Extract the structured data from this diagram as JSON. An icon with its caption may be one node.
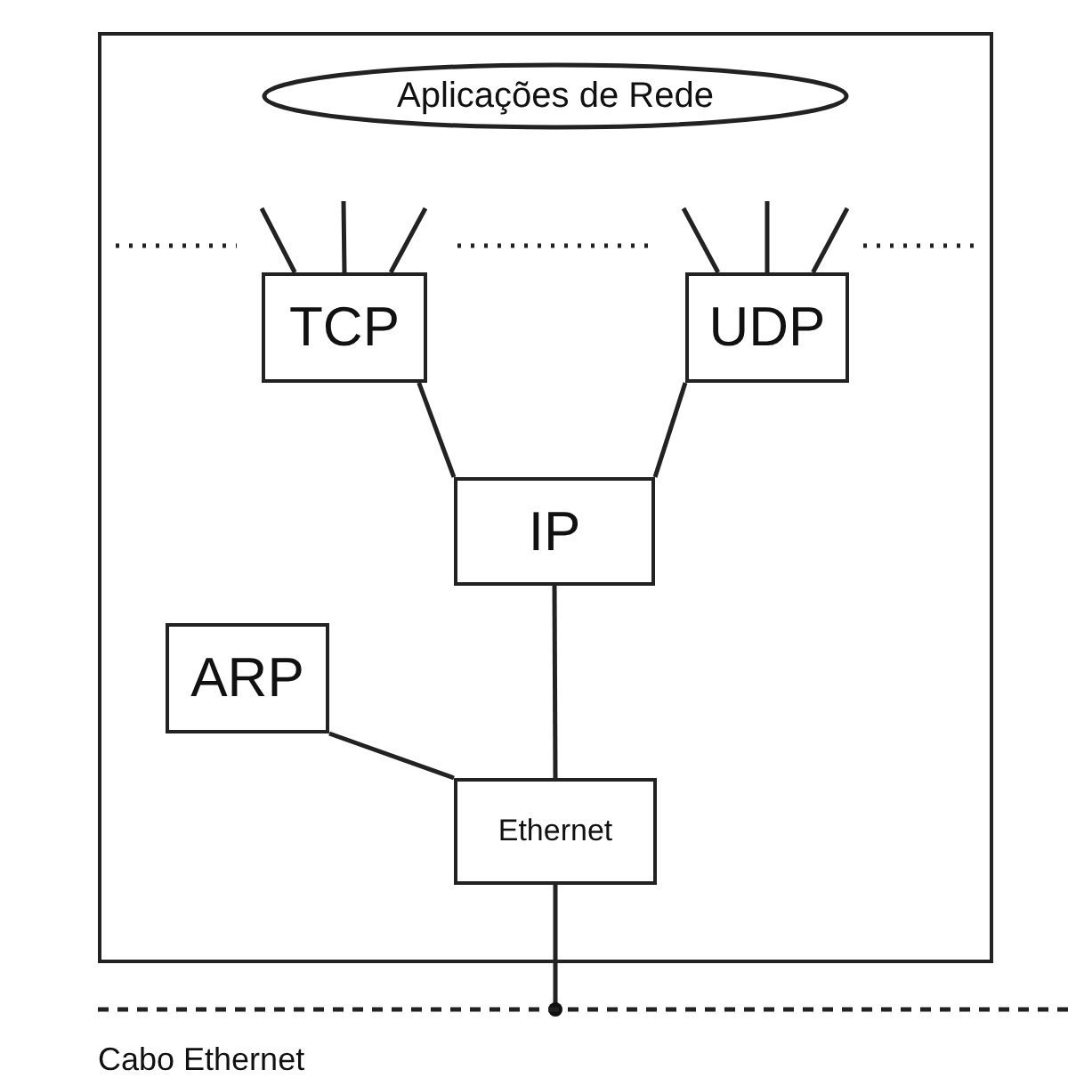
{
  "diagram": {
    "nodes": [
      {
        "text": [],
        "shape": "box"
      },
      {
        "text": [
          "Aplicações de Rede"
        ],
        "in": 0
      },
      {
        "text": [
          "TCP"
        ],
        "in": 0
      },
      {
        "text": [
          "UDP"
        ],
        "in": 0
      },
      {
        "text": [
          "IP"
        ],
        "in": 0
      },
      {
        "text": [
          "ARP"
        ],
        "in": 0
      },
      {
        "text": [
          "Ethernet"
        ],
        "in": 0
      },
      {
        "text": [
          "Cabo Ethernet"
        ]
      }
    ],
    "edges": [
      {
        "from": 2,
        "to": 4,
        "arrow": "none"
      },
      {
        "from": 3,
        "to": 4,
        "arrow": "none"
      },
      {
        "from": 4,
        "to": 6,
        "arrow": "none"
      },
      {
        "from": 5,
        "to": 6,
        "arrow": "none"
      },
      {
        "from": 6,
        "to": 7,
        "arrow": "other"
      },
      {
        "from": 2,
        "to": null,
        "arrow": "none"
      },
      {
        "from": 2,
        "to": null,
        "arrow": "none"
      },
      {
        "from": 2,
        "to": null,
        "arrow": "none"
      },
      {
        "from": 3,
        "to": null,
        "arrow": "none"
      },
      {
        "from": 3,
        "to": null,
        "arrow": "none"
      },
      {
        "from": 3,
        "to": null,
        "arrow": "none"
      }
    ]
  }
}
